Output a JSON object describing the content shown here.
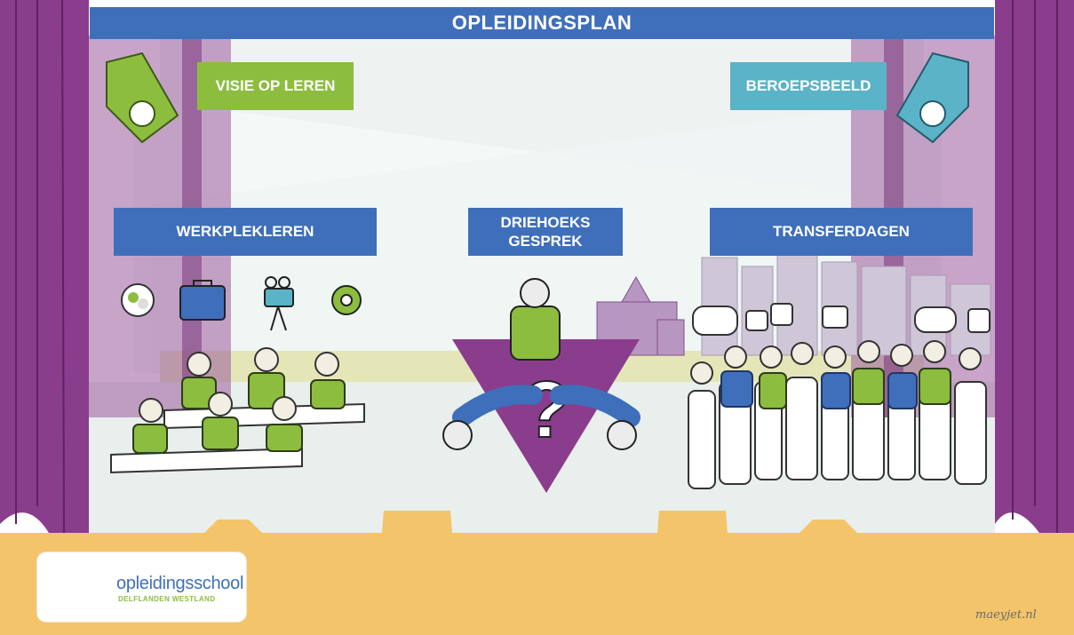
{
  "title": "OPLEIDINGSPLAN",
  "labels": {
    "visie": "VISIE OP LEREN",
    "beroepsbeeld": "BEROEPSBEELD",
    "werkplekleren": "WERKPLEKLEREN",
    "driehoeks_line1": "DRIEHOEKS",
    "driehoeks_line2": "GESPREK",
    "transferdagen": "TRANSFERDAGEN"
  },
  "logo": {
    "name": "opleidingsschool",
    "subtitle": "DELFLANDEN WESTLAND"
  },
  "signature": "maeyjet.nl",
  "colors": {
    "banner_blue": "#3f6fba",
    "green": "#8cbd3f",
    "teal": "#5bb3c8",
    "purple": "#8a3d8c",
    "stage_floor": "#f3c46a"
  }
}
